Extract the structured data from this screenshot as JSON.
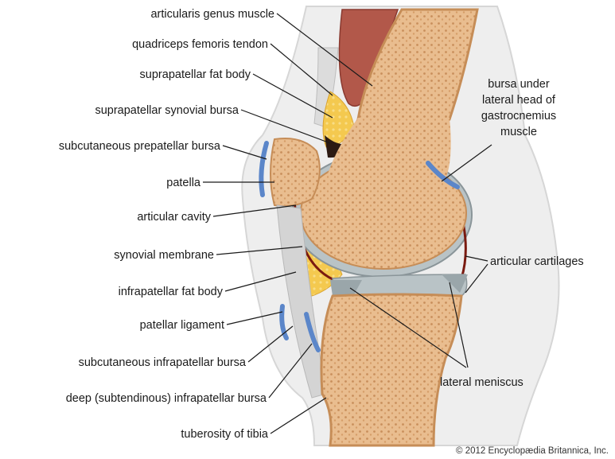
{
  "labels": {
    "articularis_genus_muscle": "articularis genus muscle",
    "quadriceps_femoris_tendon": "quadriceps femoris tendon",
    "suprapatellar_fat_body": "suprapatellar fat body",
    "suprapatellar_synovial_bursa": "suprapatellar synovial bursa",
    "subcutaneous_prepatellar_bursa": "subcutaneous prepatellar bursa",
    "patella": "patella",
    "articular_cavity": "articular cavity",
    "synovial_membrane": "synovial membrane",
    "infrapatellar_fat_body": "infrapatellar fat body",
    "patellar_ligament": "patellar ligament",
    "subcutaneous_infrapatellar_bursa": "subcutaneous infrapatellar bursa",
    "deep_infrapatellar_bursa": "deep (subtendinous) infrapatellar bursa",
    "tuberosity_of_tibia": "tuberosity of tibia",
    "bursa_gastrocnemius": [
      "bursa under",
      "lateral head of",
      "gastrocnemius",
      "muscle"
    ],
    "articular_cartilages": "articular cartilages",
    "lateral_meniscus": "lateral meniscus"
  },
  "credit": "© 2012 Encyclopædia Britannica, Inc.",
  "colors": {
    "bone_fill": "#e7b98a",
    "bone_edge": "#c68d57",
    "cartilage": "#b9c3c6",
    "fat": "#f2c14a",
    "bursa": "#5b86c9",
    "muscle": "#b2584a",
    "synovial": "#7a1a10",
    "skin": "#ececec"
  }
}
